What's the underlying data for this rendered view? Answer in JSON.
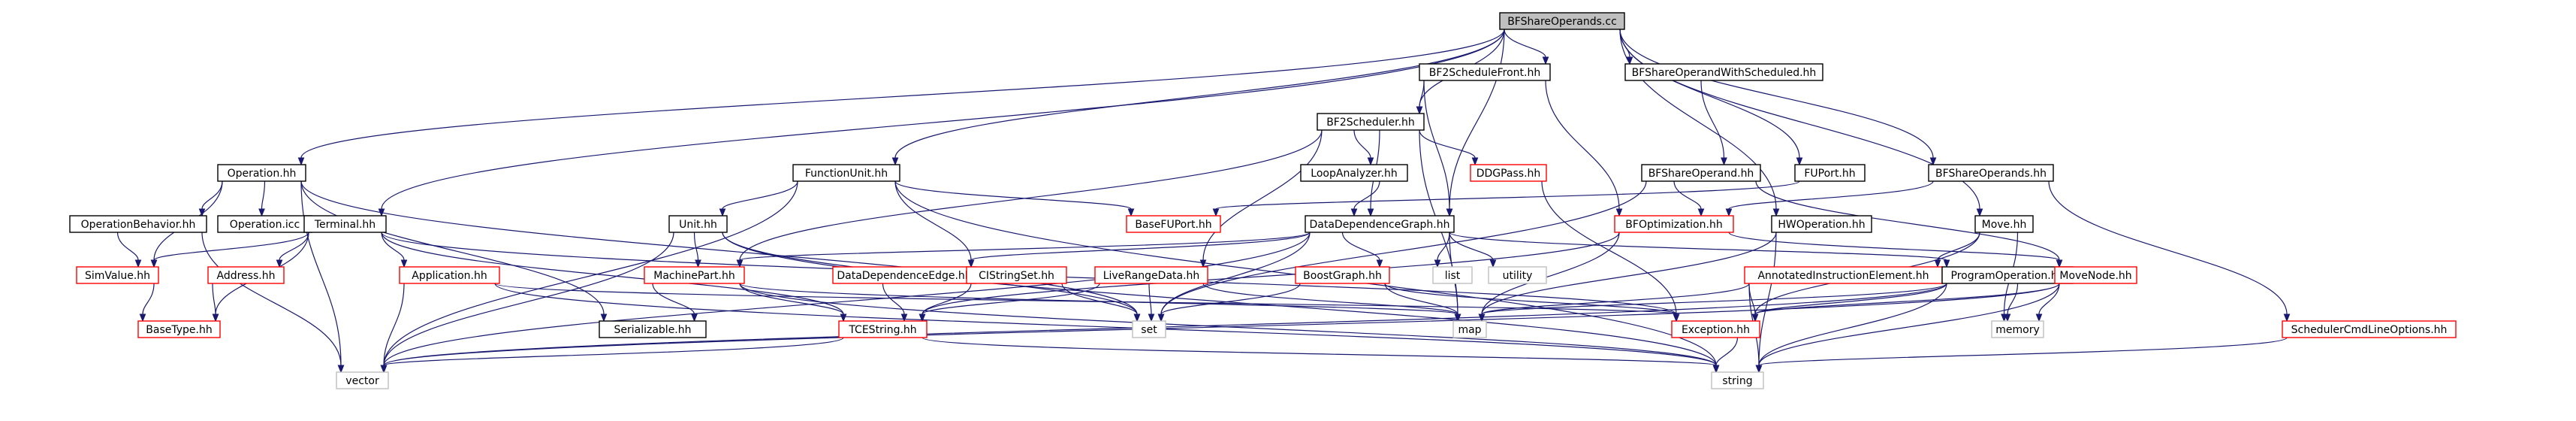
{
  "diagram": {
    "edge_color": "#191970",
    "node_border_colors": {
      "documented": "#000000",
      "undocumented": "#ff0000",
      "external": "#bfbfbf",
      "root_fill": "#bfbfbf"
    },
    "nodes": [
      {
        "id": "root",
        "label": "BFShareOperands.cc",
        "kind": "root"
      },
      {
        "id": "operation_hh",
        "label": "Operation.hh",
        "kind": "documented"
      },
      {
        "id": "functionunit_hh",
        "label": "FunctionUnit.hh",
        "kind": "documented"
      },
      {
        "id": "bf2schedulefront_hh",
        "label": "BF2ScheduleFront.hh",
        "kind": "documented"
      },
      {
        "id": "bfshareoperandwithscheduled_hh",
        "label": "BFShareOperandWithScheduled.hh",
        "kind": "documented"
      },
      {
        "id": "bf2scheduler_hh",
        "label": "BF2Scheduler.hh",
        "kind": "documented"
      },
      {
        "id": "ddgpass_hh",
        "label": "DDGPass.hh",
        "kind": "undocumented"
      },
      {
        "id": "loopanalyzer_hh",
        "label": "LoopAnalyzer.hh",
        "kind": "documented"
      },
      {
        "id": "bfshareoperand_hh",
        "label": "BFShareOperand.hh",
        "kind": "documented"
      },
      {
        "id": "fuport_hh",
        "label": "FUPort.hh",
        "kind": "documented"
      },
      {
        "id": "bfshareoperands_hh",
        "label": "BFShareOperands.hh",
        "kind": "documented"
      },
      {
        "id": "operationbehavior_hh",
        "label": "OperationBehavior.hh",
        "kind": "documented"
      },
      {
        "id": "operation_icc",
        "label": "Operation.icc",
        "kind": "documented"
      },
      {
        "id": "terminal_hh",
        "label": "Terminal.hh",
        "kind": "documented"
      },
      {
        "id": "unit_hh",
        "label": "Unit.hh",
        "kind": "documented"
      },
      {
        "id": "basefuport_hh",
        "label": "BaseFUPort.hh",
        "kind": "undocumented"
      },
      {
        "id": "ddg_hh",
        "label": "DataDependenceGraph.hh",
        "kind": "documented"
      },
      {
        "id": "bfoptimization_hh",
        "label": "BFOptimization.hh",
        "kind": "undocumented"
      },
      {
        "id": "hwoperation_hh",
        "label": "HWOperation.hh",
        "kind": "documented"
      },
      {
        "id": "move_hh",
        "label": "Move.hh",
        "kind": "documented"
      },
      {
        "id": "simvalue_hh",
        "label": "SimValue.hh",
        "kind": "undocumented"
      },
      {
        "id": "address_hh",
        "label": "Address.hh",
        "kind": "undocumented"
      },
      {
        "id": "application_hh",
        "label": "Application.hh",
        "kind": "undocumented"
      },
      {
        "id": "machinepart_hh",
        "label": "MachinePart.hh",
        "kind": "undocumented"
      },
      {
        "id": "datadependenceedge_hh",
        "label": "DataDependenceEdge.hh",
        "kind": "undocumented"
      },
      {
        "id": "cistringset_hh",
        "label": "CIStringSet.hh",
        "kind": "undocumented"
      },
      {
        "id": "liverangedata_hh",
        "label": "LiveRangeData.hh",
        "kind": "undocumented"
      },
      {
        "id": "boostgraph_hh",
        "label": "BoostGraph.hh",
        "kind": "undocumented"
      },
      {
        "id": "list",
        "label": "list",
        "kind": "external"
      },
      {
        "id": "utility",
        "label": "utility",
        "kind": "external"
      },
      {
        "id": "annotatedinstructionelement_hh",
        "label": "AnnotatedInstructionElement.hh",
        "kind": "undocumented"
      },
      {
        "id": "programoperation_hh",
        "label": "ProgramOperation.hh",
        "kind": "documented"
      },
      {
        "id": "movenode_hh",
        "label": "MoveNode.hh",
        "kind": "undocumented"
      },
      {
        "id": "schedulercmdlineoptions_hh",
        "label": "SchedulerCmdLineOptions.hh",
        "kind": "undocumented"
      },
      {
        "id": "basetype_hh",
        "label": "BaseType.hh",
        "kind": "undocumented"
      },
      {
        "id": "serializable_hh",
        "label": "Serializable.hh",
        "kind": "documented"
      },
      {
        "id": "tcestring_hh",
        "label": "TCEString.hh",
        "kind": "undocumented"
      },
      {
        "id": "set",
        "label": "set",
        "kind": "external"
      },
      {
        "id": "map",
        "label": "map",
        "kind": "external"
      },
      {
        "id": "exception_hh",
        "label": "Exception.hh",
        "kind": "undocumented"
      },
      {
        "id": "memory",
        "label": "memory",
        "kind": "external"
      },
      {
        "id": "vector",
        "label": "vector",
        "kind": "external"
      },
      {
        "id": "string",
        "label": "string",
        "kind": "external"
      }
    ],
    "edges": [
      [
        "root",
        "operation_hh"
      ],
      [
        "root",
        "functionunit_hh"
      ],
      [
        "root",
        "bf2schedulefront_hh"
      ],
      [
        "root",
        "bfshareoperandwithscheduled_hh"
      ],
      [
        "root",
        "bf2scheduler_hh"
      ],
      [
        "root",
        "terminal_hh"
      ],
      [
        "root",
        "ddg_hh"
      ],
      [
        "root",
        "hwoperation_hh"
      ],
      [
        "root",
        "fuport_hh"
      ],
      [
        "root",
        "bfshareoperands_hh"
      ],
      [
        "root",
        "move_hh"
      ],
      [
        "bf2schedulefront_hh",
        "bf2scheduler_hh"
      ],
      [
        "bf2schedulefront_hh",
        "ddg_hh"
      ],
      [
        "bf2schedulefront_hh",
        "bfoptimization_hh"
      ],
      [
        "bfshareoperandwithscheduled_hh",
        "bfshareoperand_hh"
      ],
      [
        "bf2scheduler_hh",
        "loopanalyzer_hh"
      ],
      [
        "bf2scheduler_hh",
        "ddgpass_hh"
      ],
      [
        "bf2scheduler_hh",
        "ddg_hh"
      ],
      [
        "bf2scheduler_hh",
        "machinepart_hh"
      ],
      [
        "bf2scheduler_hh",
        "liverangedata_hh"
      ],
      [
        "bf2scheduler_hh",
        "map"
      ],
      [
        "loopanalyzer_hh",
        "ddg_hh"
      ],
      [
        "ddgpass_hh",
        "exception_hh"
      ],
      [
        "bfshareoperand_hh",
        "bfoptimization_hh"
      ],
      [
        "bfshareoperand_hh",
        "movenode_hh"
      ],
      [
        "bfshareoperand_hh",
        "set"
      ],
      [
        "fuport_hh",
        "basefuport_hh"
      ],
      [
        "bfshareoperands_hh",
        "bfoptimization_hh"
      ],
      [
        "bfshareoperands_hh",
        "schedulercmdlineoptions_hh"
      ],
      [
        "operation_hh",
        "operationbehavior_hh"
      ],
      [
        "operation_hh",
        "operation_icc"
      ],
      [
        "operation_hh",
        "simvalue_hh"
      ],
      [
        "operation_hh",
        "serializable_hh"
      ],
      [
        "operation_hh",
        "vector"
      ],
      [
        "operation_hh",
        "set"
      ],
      [
        "operationbehavior_hh",
        "simvalue_hh"
      ],
      [
        "operationbehavior_hh",
        "vector"
      ],
      [
        "functionunit_hh",
        "unit_hh"
      ],
      [
        "functionunit_hh",
        "basefuport_hh"
      ],
      [
        "functionunit_hh",
        "cistringset_hh"
      ],
      [
        "functionunit_hh",
        "vector"
      ],
      [
        "functionunit_hh",
        "string"
      ],
      [
        "terminal_hh",
        "simvalue_hh"
      ],
      [
        "terminal_hh",
        "address_hh"
      ],
      [
        "terminal_hh",
        "application_hh"
      ],
      [
        "terminal_hh",
        "basetype_hh"
      ],
      [
        "terminal_hh",
        "tcestring_hh"
      ],
      [
        "terminal_hh",
        "exception_hh"
      ],
      [
        "unit_hh",
        "machinepart_hh"
      ],
      [
        "unit_hh",
        "vector"
      ],
      [
        "unit_hh",
        "set"
      ],
      [
        "unit_hh",
        "string"
      ],
      [
        "ddg_hh",
        "machinepart_hh"
      ],
      [
        "ddg_hh",
        "datadependenceedge_hh"
      ],
      [
        "ddg_hh",
        "boostgraph_hh"
      ],
      [
        "ddg_hh",
        "list"
      ],
      [
        "ddg_hh",
        "utility"
      ],
      [
        "ddg_hh",
        "programoperation_hh"
      ],
      [
        "ddg_hh",
        "set"
      ],
      [
        "ddg_hh",
        "map"
      ],
      [
        "ddg_hh",
        "vector"
      ],
      [
        "bfoptimization_hh",
        "movenode_hh"
      ],
      [
        "bfoptimization_hh",
        "tcestring_hh"
      ],
      [
        "bfoptimization_hh",
        "map"
      ],
      [
        "hwoperation_hh",
        "map"
      ],
      [
        "hwoperation_hh",
        "string"
      ],
      [
        "move_hh",
        "annotatedinstructionelement_hh"
      ],
      [
        "move_hh",
        "exception_hh"
      ],
      [
        "move_hh",
        "memory"
      ],
      [
        "simvalue_hh",
        "basetype_hh"
      ],
      [
        "address_hh",
        "basetype_hh"
      ],
      [
        "application_hh",
        "vector"
      ],
      [
        "application_hh",
        "string"
      ],
      [
        "application_hh",
        "exception_hh"
      ],
      [
        "machinepart_hh",
        "serializable_hh"
      ],
      [
        "machinepart_hh",
        "tcestring_hh"
      ],
      [
        "machinepart_hh",
        "string"
      ],
      [
        "machinepart_hh",
        "map"
      ],
      [
        "datadependenceedge_hh",
        "tcestring_hh"
      ],
      [
        "cistringset_hh",
        "tcestring_hh"
      ],
      [
        "cistringset_hh",
        "set"
      ],
      [
        "liverangedata_hh",
        "tcestring_hh"
      ],
      [
        "liverangedata_hh",
        "set"
      ],
      [
        "liverangedata_hh",
        "map"
      ],
      [
        "boostgraph_hh",
        "set"
      ],
      [
        "boostgraph_hh",
        "map"
      ],
      [
        "boostgraph_hh",
        "exception_hh"
      ],
      [
        "annotatedinstructionelement_hh",
        "exception_hh"
      ],
      [
        "annotatedinstructionelement_hh",
        "map"
      ],
      [
        "annotatedinstructionelement_hh",
        "string"
      ],
      [
        "programoperation_hh",
        "map"
      ],
      [
        "programoperation_hh",
        "exception_hh"
      ],
      [
        "programoperation_hh",
        "memory"
      ],
      [
        "programoperation_hh",
        "vector"
      ],
      [
        "programoperation_hh",
        "string"
      ],
      [
        "movenode_hh",
        "exception_hh"
      ],
      [
        "movenode_hh",
        "memory"
      ],
      [
        "movenode_hh",
        "string"
      ],
      [
        "movenode_hh",
        "vector"
      ],
      [
        "schedulercmdlineoptions_hh",
        "string"
      ],
      [
        "tcestring_hh",
        "string"
      ],
      [
        "tcestring_hh",
        "vector"
      ],
      [
        "exception_hh",
        "string"
      ]
    ]
  }
}
